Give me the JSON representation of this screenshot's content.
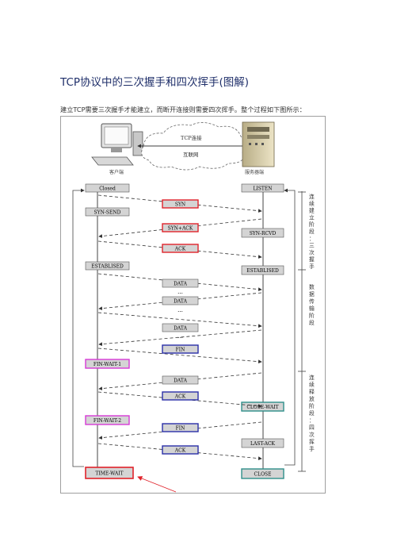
{
  "page": {
    "title": "TCP协议中的三次握手和四次挥手(图解)",
    "intro": "建立TCP需要三次握手才能建立，而断开连接则需要四次挥手。整个过程如下图所示："
  },
  "diagram": {
    "cloud_top": "TCP连接",
    "cloud_bottom": "互联网",
    "client_label": "客户端",
    "server_label": "服务器端",
    "client_states": {
      "closed": "Closed",
      "syn_send": "SYN-SEND",
      "established": "ESTABLISED",
      "fin_wait_1": "FIN-WAIT-1",
      "fin_wait_2": "FIN-WAIT-2",
      "time_wait": "TIME-WAIT"
    },
    "server_states": {
      "listen": "LISTEN",
      "syn_rcvd": "SYN-RCVD",
      "established": "ESTABLISED",
      "close_wait": "CLOSE-WAIT",
      "last_ack": "LAST-ACK",
      "close": "CLOSE"
    },
    "messages": {
      "syn": "SYN",
      "syn_ack": "SYN+ACK",
      "ack1": "ACK",
      "data1": "DATA",
      "data2": "DATA",
      "data3": "DATA",
      "fin1": "FIN",
      "data4": "DATA",
      "ack2": "ACK",
      "fin2": "FIN",
      "ack3": "ACK",
      "ellipsis": "..."
    },
    "phases": {
      "establish": "连\n续\n建\n立\n阶\n段\n：\n三\n次\n握\n手",
      "transfer": "数\n据\n传\n输\n阶\n段",
      "release": "连\n续\n释\n放\n阶\n段\n：\n四\n次\n挥\n手"
    },
    "colors": {
      "red_box": "#e0232b",
      "blue_box": "#2a2fa8",
      "magenta_box": "#d63ad6",
      "teal_box": "#2f8f8a",
      "state_fill": "#d4d4d4"
    }
  }
}
